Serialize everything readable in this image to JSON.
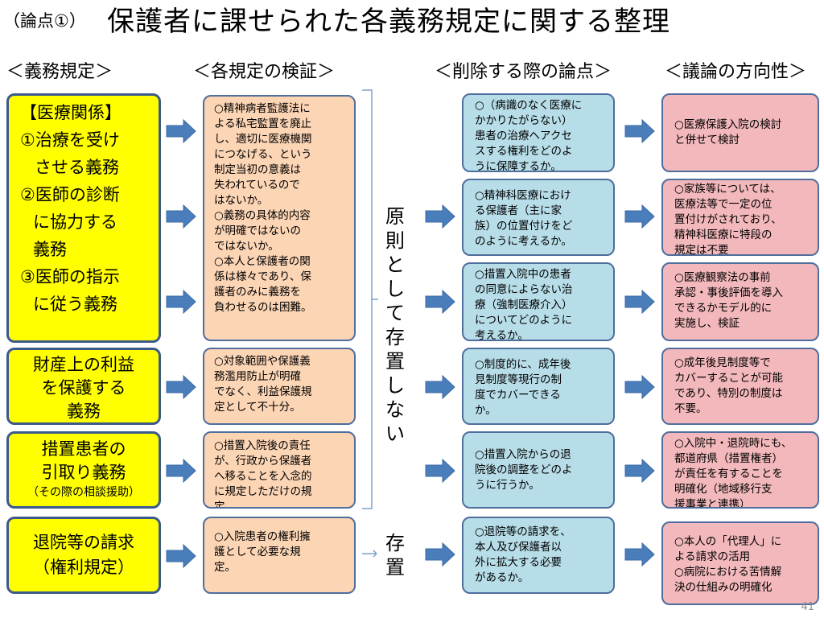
{
  "title": {
    "prefix": "（論点①）",
    "main": "保護者に課せられた各義務規定に関する整理"
  },
  "headers": {
    "col1": "＜義務規定＞",
    "col2": "＜各規定の検証＞",
    "col3": "＜削除する際の論点＞",
    "col4": "＜議論の方向性＞"
  },
  "rows": [
    {
      "duty_lines": [
        "【医療関係】",
        "①治療を受け",
        "させる義務",
        "②医師の診断",
        "に協力する",
        "義務",
        "③医師の指示",
        "に従う義務"
      ],
      "verify_lines": [
        "○精神病者監護法に",
        "よる私宅監置を廃止",
        "し、適切に医療機関",
        "につなげる、という",
        "制定当初の意義は",
        "失われているので",
        "はないか。",
        "○義務の具体的内容",
        "が明確ではないの",
        "ではないか。",
        "○本人と保護者の関",
        "係は様々であり、保",
        "護者のみに義務を",
        "負わせるのは困難。"
      ]
    },
    {
      "duty_lines": [
        "財産上の利益",
        "を保護する",
        "義務"
      ],
      "verify_lines": [
        "○対象範囲や保護義",
        "務濫用防止が明確",
        "でなく、利益保護規",
        "定として不十分。"
      ]
    },
    {
      "duty_lines": [
        "措置患者の",
        "引取り義務"
      ],
      "duty_note": "（その際の相談援助）",
      "verify_lines": [
        "○措置入院後の責任",
        "が、行政から保護者",
        "へ移ることを入念的",
        "に規定しただけの規",
        "定。"
      ]
    },
    {
      "duty_lines": [
        "退院等の請求",
        "（権利規定）"
      ],
      "verify_lines": [
        "○入院患者の権利擁",
        "護として必要な規",
        "定。"
      ]
    }
  ],
  "issues": [
    [
      "○（病識のなく医療に",
      "かかりたがらない）",
      "患者の治療へアクセ",
      "スする権利をどのよ",
      "うに保障するか。"
    ],
    [
      "○精神科医療におけ",
      "る保護者（主に家",
      "族）の位置付けをど",
      "のように考えるか。"
    ],
    [
      "○措置入院中の患者",
      "の同意によらない治",
      "療（強制医療介入）",
      "についてどのように",
      "考えるか。"
    ],
    [
      "○制度的に、成年後",
      "見制度等現行の制",
      "度でカバーできる",
      "か。"
    ],
    [
      "○措置入院からの退",
      "院後の調整をどのよ",
      "うに行うか。"
    ],
    [
      "○退院等の請求を、",
      "本人及び保護者以",
      "外に拡大する必要",
      "があるか。"
    ]
  ],
  "directions": [
    [
      "○医療保護入院の検討",
      "と併せて検討"
    ],
    [
      "○家族等については、",
      "医療法等で一定の位",
      "置付けがされており、",
      "精神科医療に特段の",
      "規定は不要"
    ],
    [
      "○医療観察法の事前",
      "承認・事後評価を導入",
      "できるかモデル的に",
      "実施し、検証"
    ],
    [
      "○成年後見制度等で",
      "カバーすることが可能",
      "であり、特別の制度は",
      "不要。"
    ],
    [
      "○入院中・退院時にも、",
      "都道府県（措置権者）",
      "が責任を有することを",
      "明確化（地域移行支",
      "援事業と連携）"
    ],
    [
      "○本人の「代理人」に",
      "よる請求の活用",
      "○病院における苦情解",
      "決の仕組みの明確化"
    ]
  ],
  "bracket_label": "原則として存置しない",
  "keep_label": "存置",
  "page_number": "41",
  "colors": {
    "duty_fill": "#ffff00",
    "verify_fill": "#fcd5b5",
    "issue_fill": "#b7dde8",
    "direction_fill": "#f2b8bb",
    "arrow_fill": "#4a7ebb",
    "border": "#4f6e9d"
  }
}
